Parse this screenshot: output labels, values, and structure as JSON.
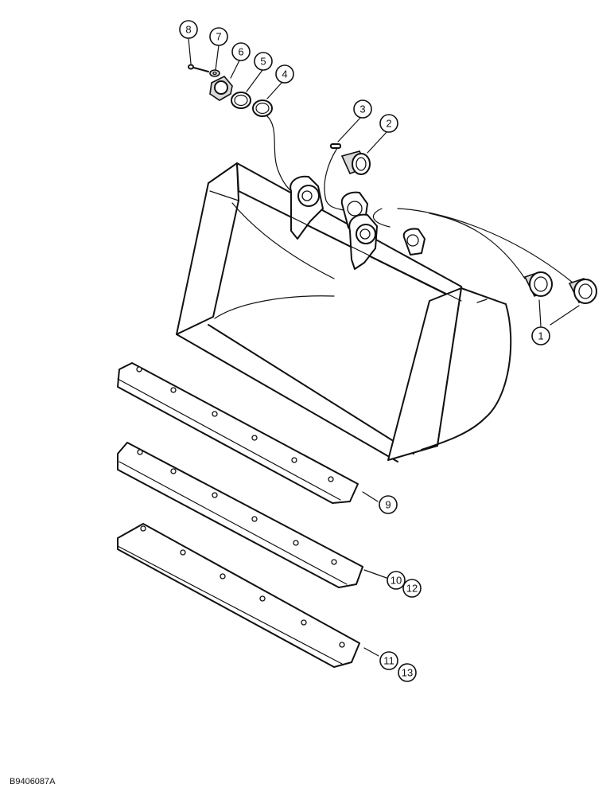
{
  "callouts": {
    "c1": "1",
    "c2": "2",
    "c3": "3",
    "c4": "4",
    "c5": "5",
    "c6": "6",
    "c7": "7",
    "c8": "8",
    "c9": "9",
    "c10": "10",
    "c11": "11",
    "c12": "12",
    "c13": "13"
  },
  "figure_code": "B9406087A"
}
